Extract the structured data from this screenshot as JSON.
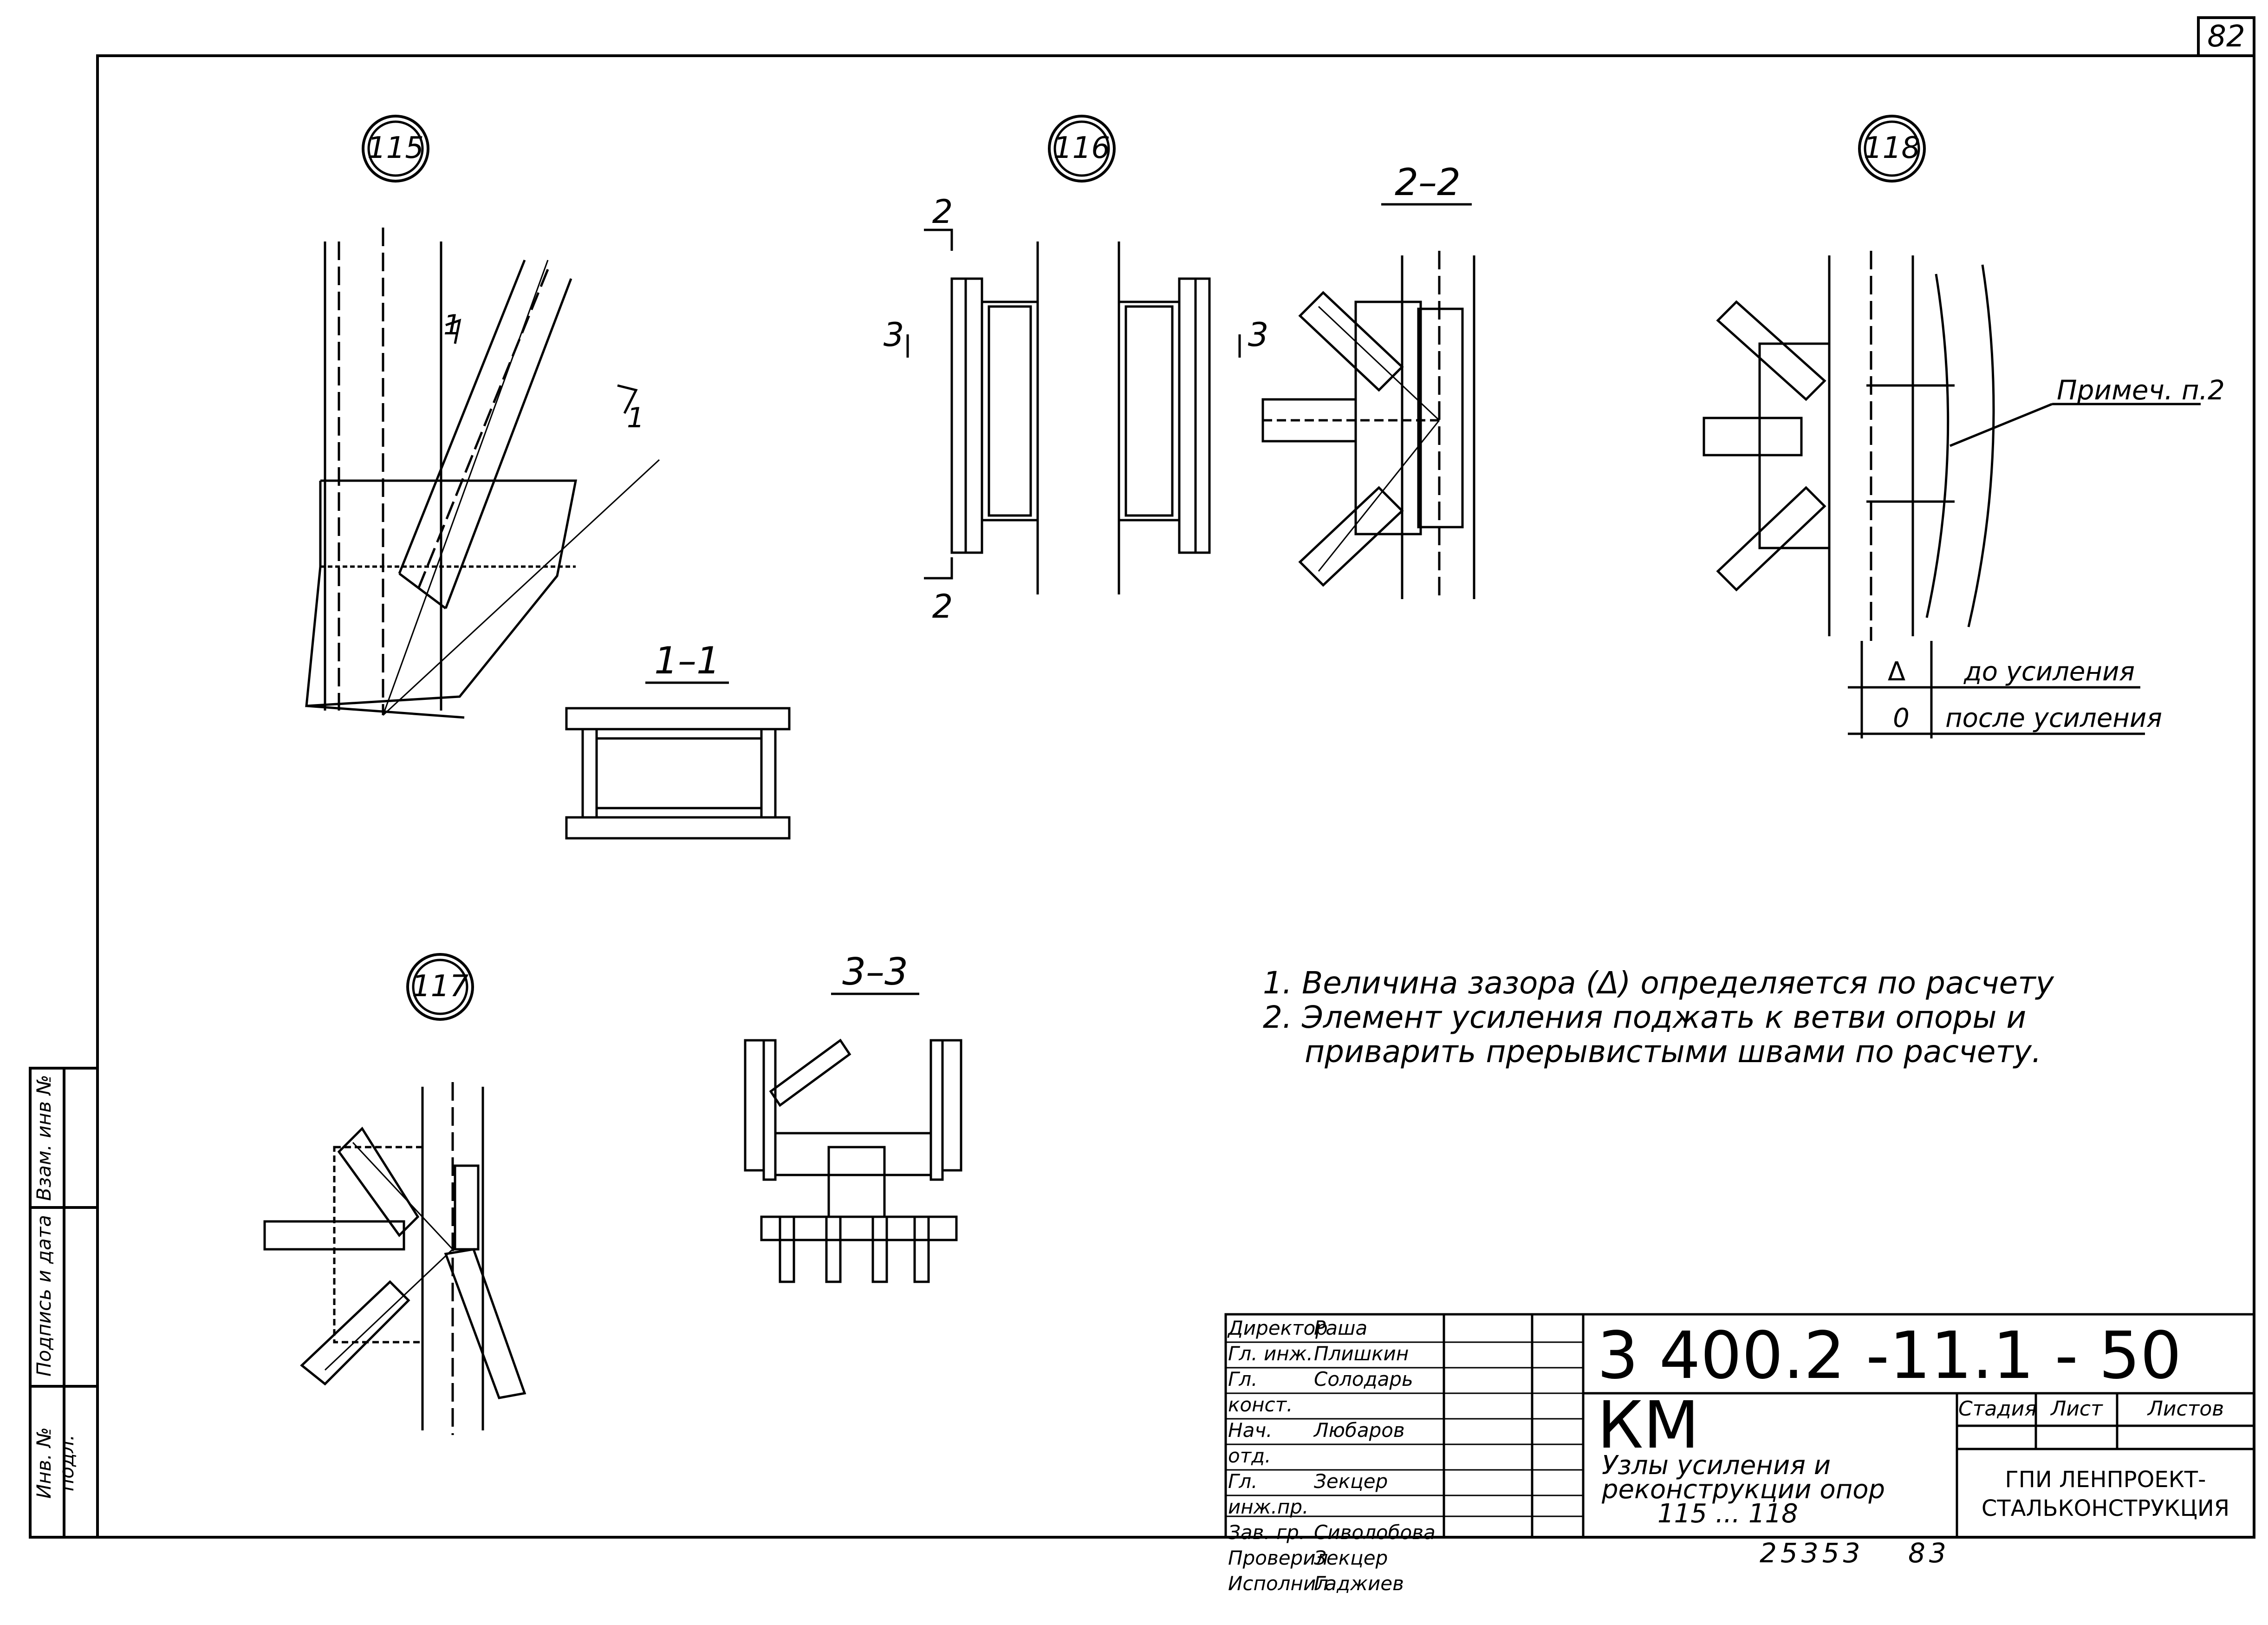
{
  "sheet_number": "82",
  "nodes": {
    "n115": "115",
    "n116": "116",
    "n117": "117",
    "n118": "118"
  },
  "sections": {
    "s11": "1–1",
    "s22": "2–2",
    "s33": "3–3",
    "mark1": "1",
    "mark2": "2",
    "mark3": "3"
  },
  "labels": {
    "note_ref": "Примеч. п.2",
    "delta": "Δ",
    "zero": "0",
    "before": "до усиления",
    "after": "после усиления"
  },
  "notes": [
    "1. Величина зазора (Δ) определяется по расчету",
    "2. Элемент усиления поджать к ветви опоры и",
    "приварить прерывистыми швами по расчету."
  ],
  "side_stamp": {
    "inv_podl": "Инв. № подл.",
    "podpis": "Подпись и дата",
    "vzam": "Взам. инв №"
  },
  "title_block": {
    "roles": [
      "Директор",
      "Гл. инж.",
      "Гл. конст.",
      "Нач. отд.",
      "Гл. инж.пр.",
      "Зав. гр.",
      "Проверил",
      "Исполнил"
    ],
    "names": [
      "Раша",
      "Плишкин",
      "Солодарь",
      "Любаров",
      "Зекцер",
      "Сиволобова",
      "Зекцер",
      "Гаджиев"
    ],
    "code": "3 400.2 -11.1 - 50 КМ",
    "stage_h": "Стадия",
    "sheet_h": "Лист",
    "sheets_h": "Листов",
    "desc1": "Узлы усиления и",
    "desc2": "реконструкции опор",
    "desc3": "115 ... 118",
    "org1": "ГПИ ЛЕНПРОЕКТ-",
    "org2": "СТАЛЬКОНСТРУКЦИЯ"
  },
  "archive_number": "25353",
  "archive_sheet": "83"
}
